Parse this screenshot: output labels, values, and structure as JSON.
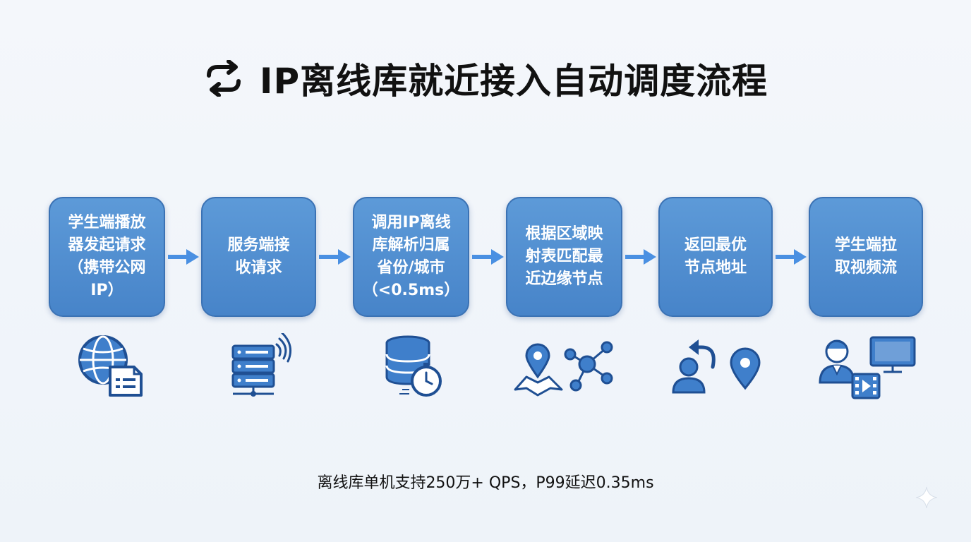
{
  "title": "IP离线库就近接入自动调度流程",
  "steps": [
    {
      "label": "学生端播放\n器发起请求\n（携带公网\nIP）",
      "icon": "globe-document-icon"
    },
    {
      "label": "服务端接\n收请求",
      "icon": "server-wifi-icon"
    },
    {
      "label": "调用IP离线\n库解析归属\n省份/城市\n（<0.5ms）",
      "icon": "database-timer-icon"
    },
    {
      "label": "根据区域映\n射表匹配最\n近边缘节点",
      "icon": "map-pin-network-icon"
    },
    {
      "label": "返回最优\n节点地址",
      "icon": "user-return-location-icon"
    },
    {
      "label": "学生端拉\n取视频流",
      "icon": "user-monitor-video-icon"
    }
  ],
  "footer": "离线库单机支持250万+ QPS，P99延迟0.35ms",
  "colors": {
    "box": "#4f8dd0",
    "box_border": "#3b72b4",
    "arrow": "#4a90e2",
    "icon_dark": "#1f4f93",
    "icon_mid": "#3f7fcb",
    "title": "#111111"
  }
}
